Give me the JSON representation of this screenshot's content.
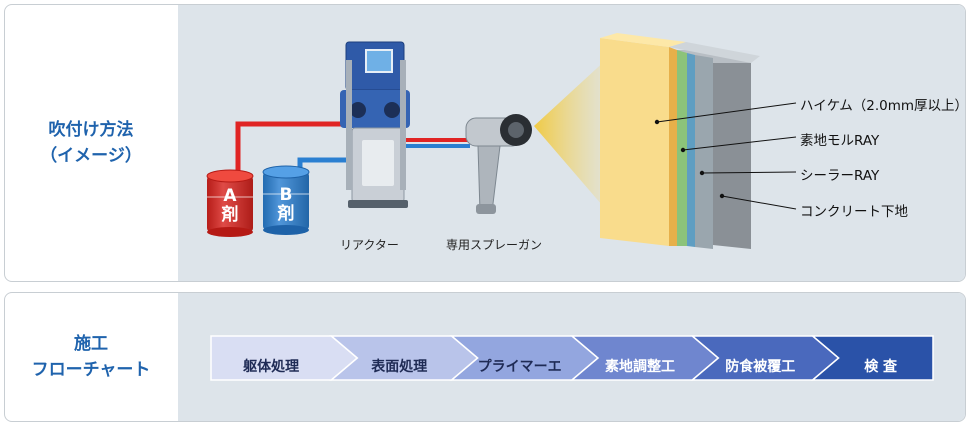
{
  "method": {
    "label_line1": "吹付け方法",
    "label_line2": "（イメージ）",
    "drum_a": {
      "letter": "A",
      "kanji": "剤",
      "color": "#d8231e"
    },
    "drum_b": {
      "letter": "B",
      "kanji": "剤",
      "color": "#2a7fd1"
    },
    "reactor_caption": "リアクター",
    "gun_caption": "専用スプレーガン",
    "layers": [
      {
        "label": "ハイケム（2.0mm厚以上）",
        "color": "#f9dc8c"
      },
      {
        "label": "素地モルRAY",
        "color": "#8cc37a"
      },
      {
        "label": "シーラーRAY",
        "color": "#5f9ec2"
      },
      {
        "label": "コンクリート下地",
        "color": "#8a9096"
      }
    ]
  },
  "flowchart": {
    "label_line1": "施工",
    "label_line2": "フローチャート",
    "steps": [
      {
        "label": "躯体処理",
        "color": "#d9def3",
        "text_color": "#1f2b55"
      },
      {
        "label": "表面処理",
        "color": "#b9c4ea",
        "text_color": "#1f2b55"
      },
      {
        "label": "プライマーエ",
        "color": "#93a6df",
        "text_color": "#1f2b55"
      },
      {
        "label": "素地調整工",
        "color": "#6f86cf",
        "text_color": "#ffffff"
      },
      {
        "label": "防食被覆工",
        "color": "#4a69bd",
        "text_color": "#ffffff"
      },
      {
        "label": "検 査",
        "color": "#2a52a8",
        "text_color": "#ffffff"
      }
    ]
  }
}
